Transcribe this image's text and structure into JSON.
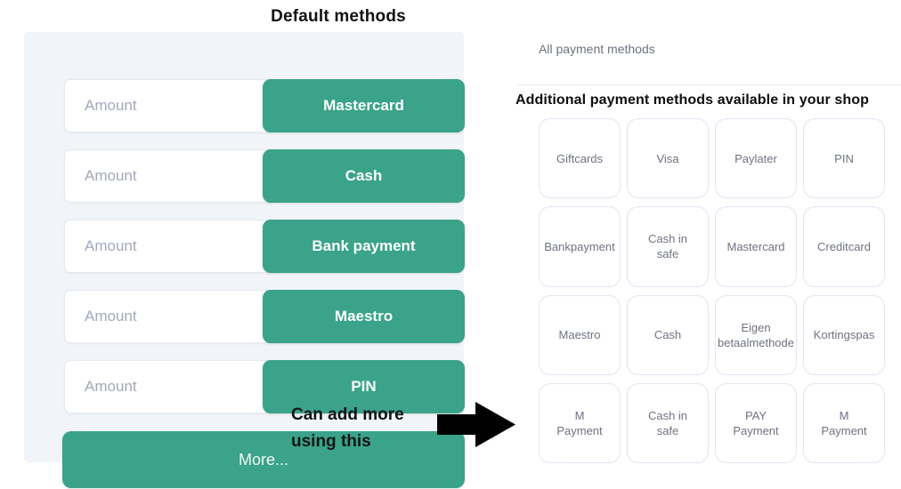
{
  "page": {
    "accent_green": "#3aa38a",
    "panel_background": "#f1f4f8",
    "arrow_color": "#000000"
  },
  "default_panel": {
    "title": "Default methods",
    "amount_placeholder": "Amount",
    "rows": [
      {
        "method": "Mastercard"
      },
      {
        "method": "Cash"
      },
      {
        "method": "Bank payment"
      },
      {
        "method": "Maestro"
      },
      {
        "method": "PIN"
      }
    ],
    "more_button_label": "More...",
    "annotation": "Can add more\nusing this"
  },
  "all_methods": {
    "header": "All payment methods",
    "heading": "Additional payment methods available in your shop",
    "cards": [
      {
        "label": "Giftcards"
      },
      {
        "label": "Visa"
      },
      {
        "label": "Paylater"
      },
      {
        "label": "PIN"
      },
      {
        "label": "Bankpayment"
      },
      {
        "label": "Cash in\nsafe"
      },
      {
        "label": "Mastercard"
      },
      {
        "label": "Creditcard"
      },
      {
        "label": "Maestro"
      },
      {
        "label": "Cash"
      },
      {
        "label": "Eigen\nbetaalmethode"
      },
      {
        "label": "Kortingspas"
      },
      {
        "label": "M\nPayment"
      },
      {
        "label": "Cash in\nsafe"
      },
      {
        "label": "PAY\nPayment"
      },
      {
        "label": "M\nPayment"
      }
    ]
  }
}
